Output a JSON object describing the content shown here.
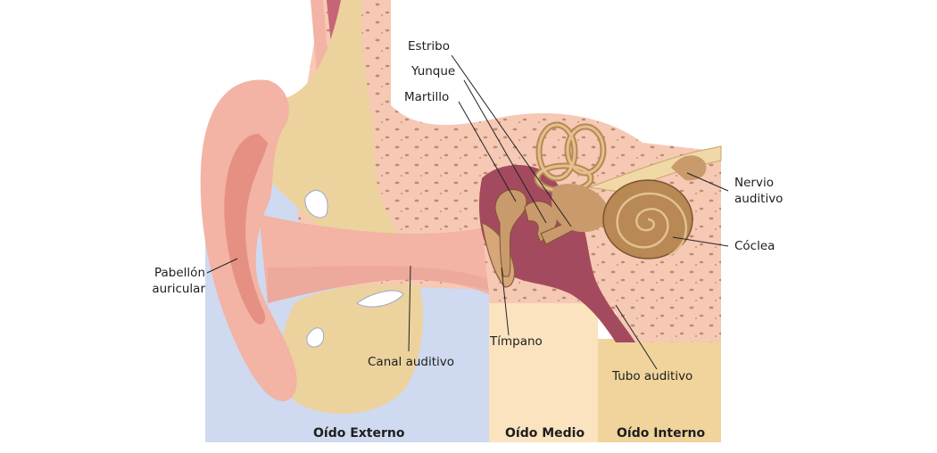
{
  "labels": {
    "estribo": "Estribo",
    "yunque": "Yunque",
    "martillo": "Martillo",
    "nervio_line1": "Nervio",
    "nervio_line2": "auditivo",
    "coclea": "Cóclea",
    "pabellon_line1": "Pabellón",
    "pabellon_line2": "auricular",
    "canal": "Canal auditivo",
    "timpano": "Tímpano",
    "tubo": "Tubo auditivo"
  },
  "zones": {
    "externo": "Oído Externo",
    "medio": "Oído Medio",
    "interno": "Oído Interno"
  },
  "colors": {
    "outer_zone": "#cfd9ef",
    "middle_zone": "#fbe3c0",
    "inner_zone": "#f0d49b",
    "skin": "#f3b3a5",
    "skin_dark": "#e3887c",
    "bone": "#f6c9b4",
    "cartilage": "#ecd29d",
    "cavity": "#a44a5e",
    "ossicle": "#c99a6b",
    "cochlea": "#b88855"
  }
}
